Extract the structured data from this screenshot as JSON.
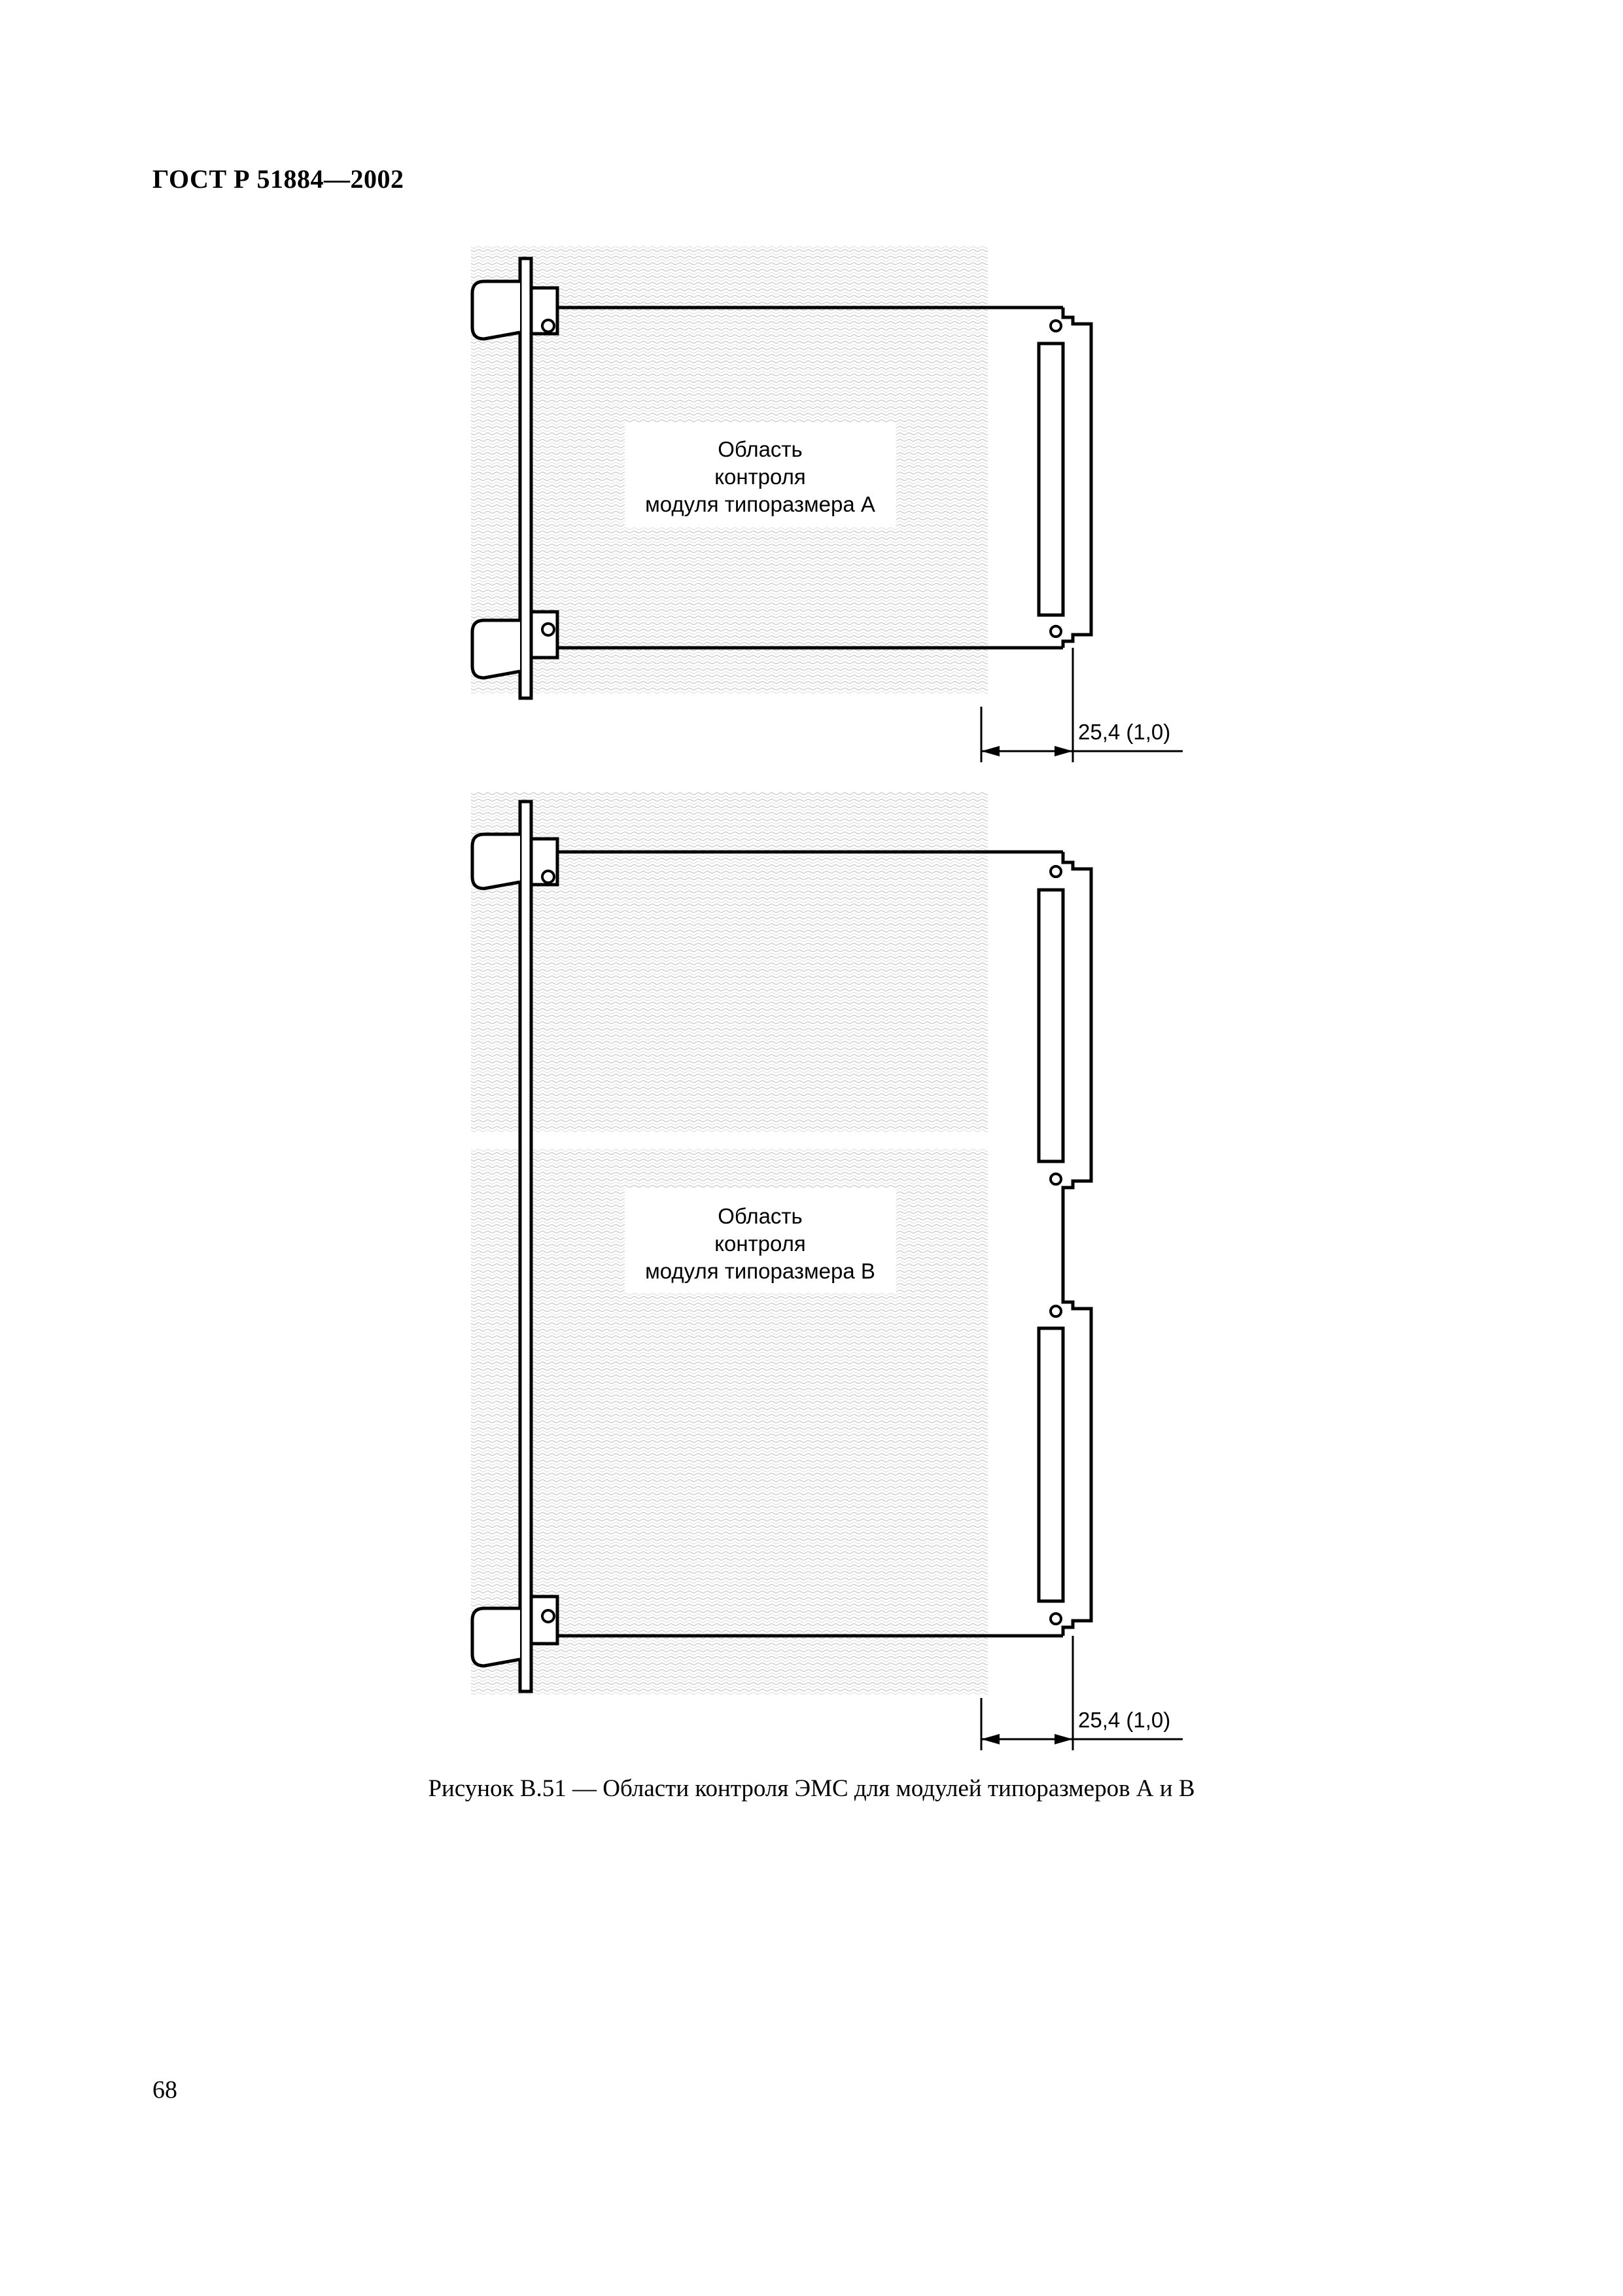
{
  "header": {
    "doc_id": "ГОСТ Р 51884—2002"
  },
  "figure_top": {
    "region_label": [
      "Область",
      "контроля",
      "модуля типоразмера А"
    ],
    "dimension": "25,4 (1,0)"
  },
  "figure_bottom": {
    "region_label": [
      "Область",
      "контроля",
      "модуля типоразмера В"
    ],
    "dimension": "25,4 (1,0)"
  },
  "caption": "Рисунок В.51 — Области контроля ЭМС для модулей типоразмеров А и В",
  "page_number": "68",
  "colors": {
    "line": "#000000",
    "hatch": "#cfcfcf",
    "label_box": "#ffffff"
  }
}
